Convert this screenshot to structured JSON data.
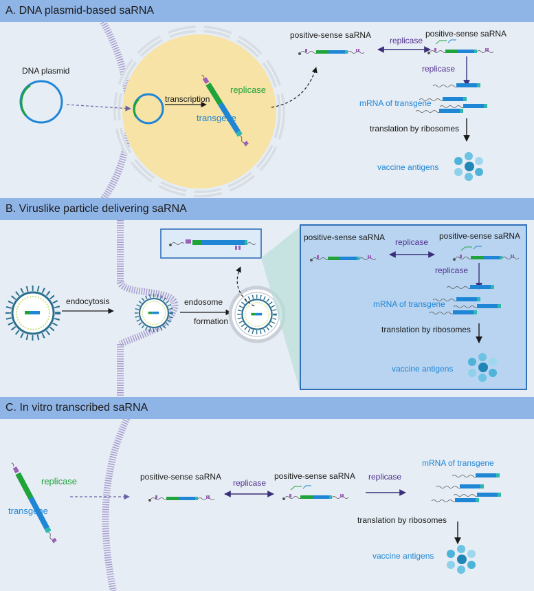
{
  "colors": {
    "header": "#8fb4e6",
    "panel": "#e6edf4",
    "membrane": "#a89ccf",
    "nucleus": "#f7e3a6",
    "transgene": "#1f86d6",
    "replicase": "#1fa33a",
    "arrow": "#3b2f7a",
    "antigen": "#4db3d9",
    "inset": "#b8d4f0"
  },
  "sections": {
    "a": {
      "title": "A. DNA plasmid-based saRNA",
      "dna_plasmid": "DNA plasmid",
      "transcription": "transcription",
      "replicase": "replicase",
      "transgene": "transgene",
      "pos_left": "positive-sense saRNA",
      "pos_right": "positive-sense saRNA",
      "replicase_h": "replicase",
      "replicase_v": "replicase",
      "mrna": "mRNA of transgene",
      "translation": "translation by ribosomes",
      "vaccine": "vaccine antigens"
    },
    "b": {
      "title": "B. Viruslike particle delivering saRNA",
      "endocytosis": "endocytosis",
      "endosome": "endosome",
      "formation": "formation",
      "pos_left": "positive-sense saRNA",
      "pos_right": "positive-sense saRNA",
      "replicase_h": "replicase",
      "replicase_v": "replicase",
      "mrna": "mRNA of transgene",
      "translation": "translation by ribosomes",
      "vaccine": "vaccine antigens"
    },
    "c": {
      "title": "C. In vitro transcribed saRNA",
      "replicase": "replicase",
      "transgene": "transgene",
      "pos_left": "positive-sense saRNA",
      "pos_right": "positive-sense saRNA",
      "replicase_h": "replicase",
      "replicase_h2": "replicase",
      "mrna": "mRNA of transgene",
      "translation": "translation by ribosomes",
      "vaccine": "vaccine antigens"
    }
  }
}
